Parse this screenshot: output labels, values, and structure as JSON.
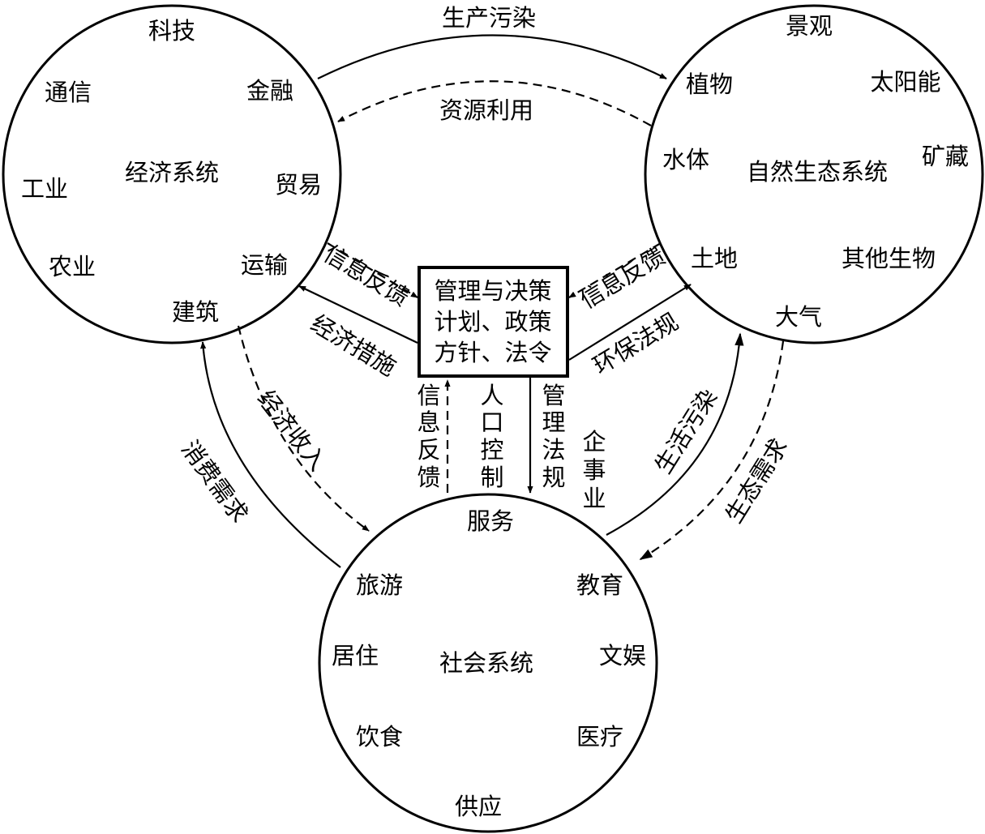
{
  "economic": {
    "center": "经济系统",
    "items": [
      "科技",
      "通信",
      "金融",
      "工业",
      "贸易",
      "农业",
      "运输",
      "建筑"
    ]
  },
  "natural": {
    "center": "自然生态系统",
    "items": [
      "景观",
      "植物",
      "太阳能",
      "水体",
      "矿藏",
      "土地",
      "其他生物",
      "大气"
    ]
  },
  "social": {
    "center": "社会系统",
    "items": [
      "服务",
      "旅游",
      "教育",
      "居住",
      "文娱",
      "饮食",
      "医疗",
      "供应"
    ]
  },
  "management": {
    "lines": [
      "管理与决策",
      "计划、政策",
      "方针、法令"
    ]
  },
  "flows": {
    "production_pollution": "生产污染",
    "resource_use": "资源利用",
    "info_feedback_left": "信息反馈",
    "economic_measures": "经济措施",
    "info_feedback_right": "信息反馈",
    "env_regulations": "环保法规",
    "consumer_demand": "消费需求",
    "economic_income": "经济收入",
    "living_pollution": "生活污染",
    "ecological_demand": "生态需求",
    "info_feedback_bottom": "信息反馈",
    "population_control": "人口控制",
    "management_regulations": "管理法规",
    "enterprise": "企事业"
  }
}
